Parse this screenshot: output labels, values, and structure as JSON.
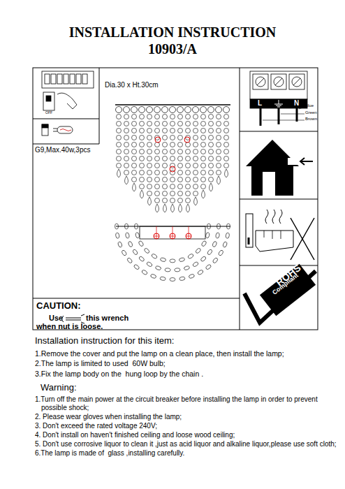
{
  "diagram": {
    "title": "INSTALLATION INSTRUCTION",
    "labels": [
      "10903/A",
      "OFF",
      "Dia.30 x Ht.30cm",
      "G9,Max.40w,3pcs",
      "L",
      "N",
      "Blue",
      "Green",
      "Brown",
      "ROHS",
      "Compliant",
      "CAUTION:",
      "Use",
      "this wrench",
      "when nut is loose.",
      "Installation instruction for this item:",
      "1.Remove the cover and put the lamp on a clean place, then install the lamp;",
      "2.The lamp is limited to used  60W bulb;",
      "3.Fix the lamp body on the  hung loop by the chain .",
      "Warning:",
      "1.Turn off the main power at the circuit breaker before installing the lamp in order to prevent possible shock;",
      "2. Please wear gloves when installing the lamp;",
      "3. Don't exceed the rated voltage 240V;",
      "4. Don't install on haven't finished ceiling and loose wood ceiling;",
      "5. Don't use corrosive liquor to clean it ,just as acid liquor and alkaline liquor,please use soft cloth;",
      "6.The lamp is made of  glass ,installing carefully."
    ]
  }
}
